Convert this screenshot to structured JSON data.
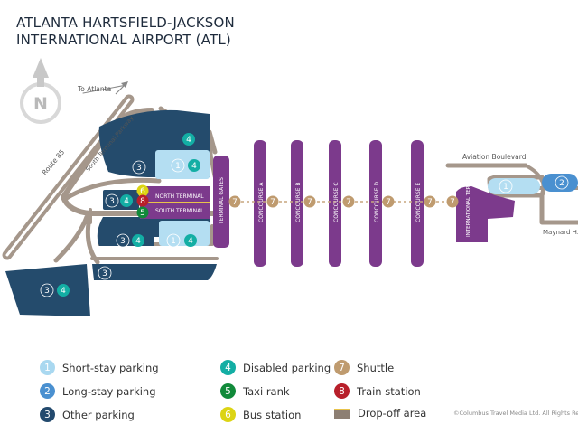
{
  "title": {
    "line1": "ATLANTA HARTSFIELD-JACKSON",
    "line2": "INTERNATIONAL AIRPORT (ATL)"
  },
  "compass": {
    "letter": "N"
  },
  "roads": {
    "to_atlanta": "To Atlanta",
    "route_85": "Route 85",
    "south_terminal_parkway": "South Terminal Parkway",
    "aviation_boulevard": "Aviation Boulevard",
    "maynard": "Maynard H. Jackson Jr. Boulevard"
  },
  "terminals": {
    "north": "NORTH TERMINAL",
    "south": "SOUTH TERMINAL",
    "gates": "TERMINAL GATES",
    "international": "INTERNATIONAL TERMINAL"
  },
  "concourses": [
    "CONCOURSE A",
    "CONCOURSE B",
    "CONCOURSE C",
    "CONCOURSE D",
    "CONCOURSE E"
  ],
  "markers": {
    "short_stay": "1",
    "long_stay": "2",
    "other": "3",
    "disabled": "4",
    "taxi": "5",
    "bus": "6",
    "shuttle": "7",
    "train": "8"
  },
  "legend": [
    {
      "num": "1",
      "label": "Short-stay parking",
      "color": "#a9d8f0",
      "text_color": "#ffffff"
    },
    {
      "num": "2",
      "label": "Long-stay parking",
      "color": "#4a90d0",
      "text_color": "#ffffff"
    },
    {
      "num": "3",
      "label": "Other parking",
      "color": "#234a6e",
      "text_color": "#ffffff"
    },
    {
      "num": "4",
      "label": "Disabled parking",
      "color": "#13aea4",
      "text_color": "#ffffff"
    },
    {
      "num": "5",
      "label": "Taxi rank",
      "color": "#118a3a",
      "text_color": "#ffffff"
    },
    {
      "num": "6",
      "label": "Bus station",
      "color": "#dcd414",
      "text_color": "#ffffff"
    },
    {
      "num": "7",
      "label": "Shuttle",
      "color": "#bf9b6f",
      "text_color": "#ffffff"
    },
    {
      "num": "8",
      "label": "Train station",
      "color": "#b81f2a",
      "text_color": "#ffffff"
    },
    {
      "num": "",
      "label": "Drop-off area",
      "color": "#8d7f73",
      "text_color": "#ffffff"
    }
  ],
  "colors": {
    "road": "#a5978b",
    "parking_dark": "#244b6c",
    "parking_light": "#b4def2",
    "long_stay": "#4a90d0",
    "terminal": "#7c3a8c",
    "shuttle_line": "#c7a67e"
  },
  "copyright": "©Columbus Travel Media Ltd. All Rights Reserved"
}
